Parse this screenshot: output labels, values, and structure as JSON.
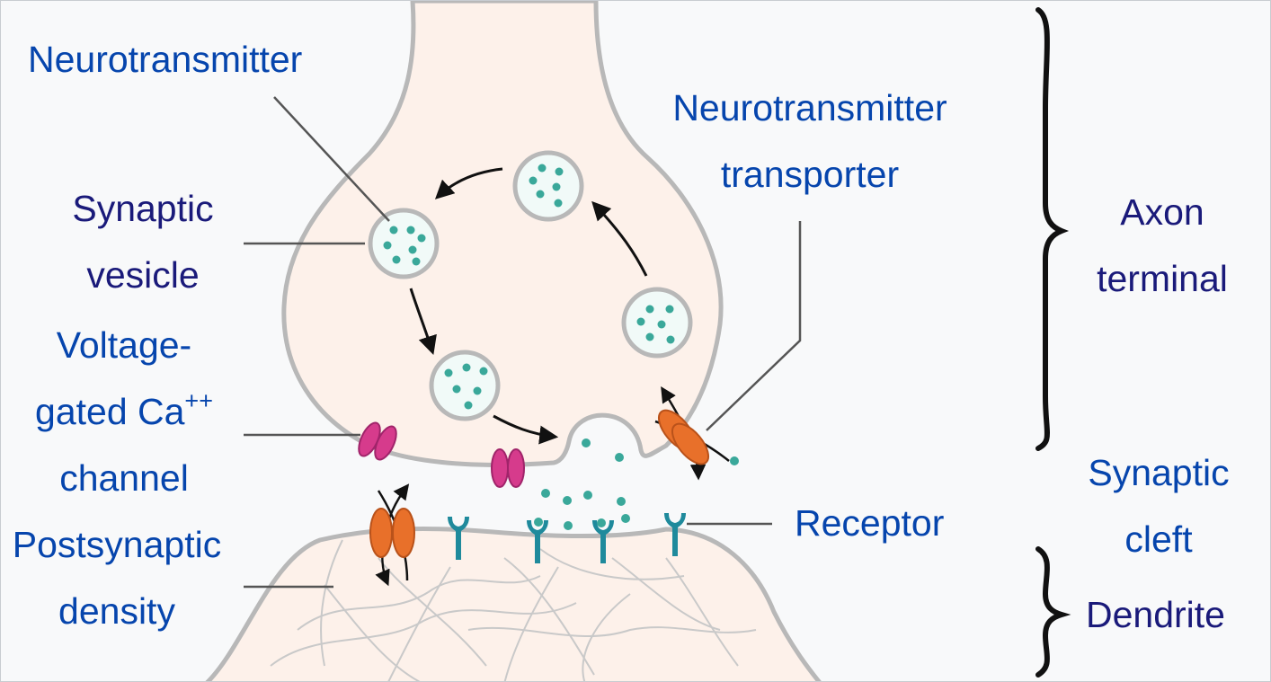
{
  "labels": {
    "neurotransmitter": "Neurotransmitter",
    "synaptic_vesicle": [
      "Synaptic",
      "vesicle"
    ],
    "voltage_gated": [
      "Voltage-",
      "gated Ca",
      "++",
      "channel"
    ],
    "postsynaptic_density": [
      "Postsynaptic",
      "density"
    ],
    "transporter": [
      "Neurotransmitter",
      "transporter"
    ],
    "receptor": "Receptor",
    "axon_terminal": [
      "Axon",
      "terminal"
    ],
    "synaptic_cleft": [
      "Synaptic",
      "cleft"
    ],
    "dendrite": "Dendrite"
  },
  "colors": {
    "background": "#f8f9fa",
    "cell_fill": "#fdf1ea",
    "membrane": "#b8b8b8",
    "vesicle_fill": "#f1faf8",
    "neurotransmitter": "#3aa89a",
    "receptor": "#1f8a9c",
    "ca_channel": "#d63b8c",
    "transporter": "#e8702a",
    "label_blue": "#0645ad",
    "label_navy": "#1a1a7a"
  }
}
